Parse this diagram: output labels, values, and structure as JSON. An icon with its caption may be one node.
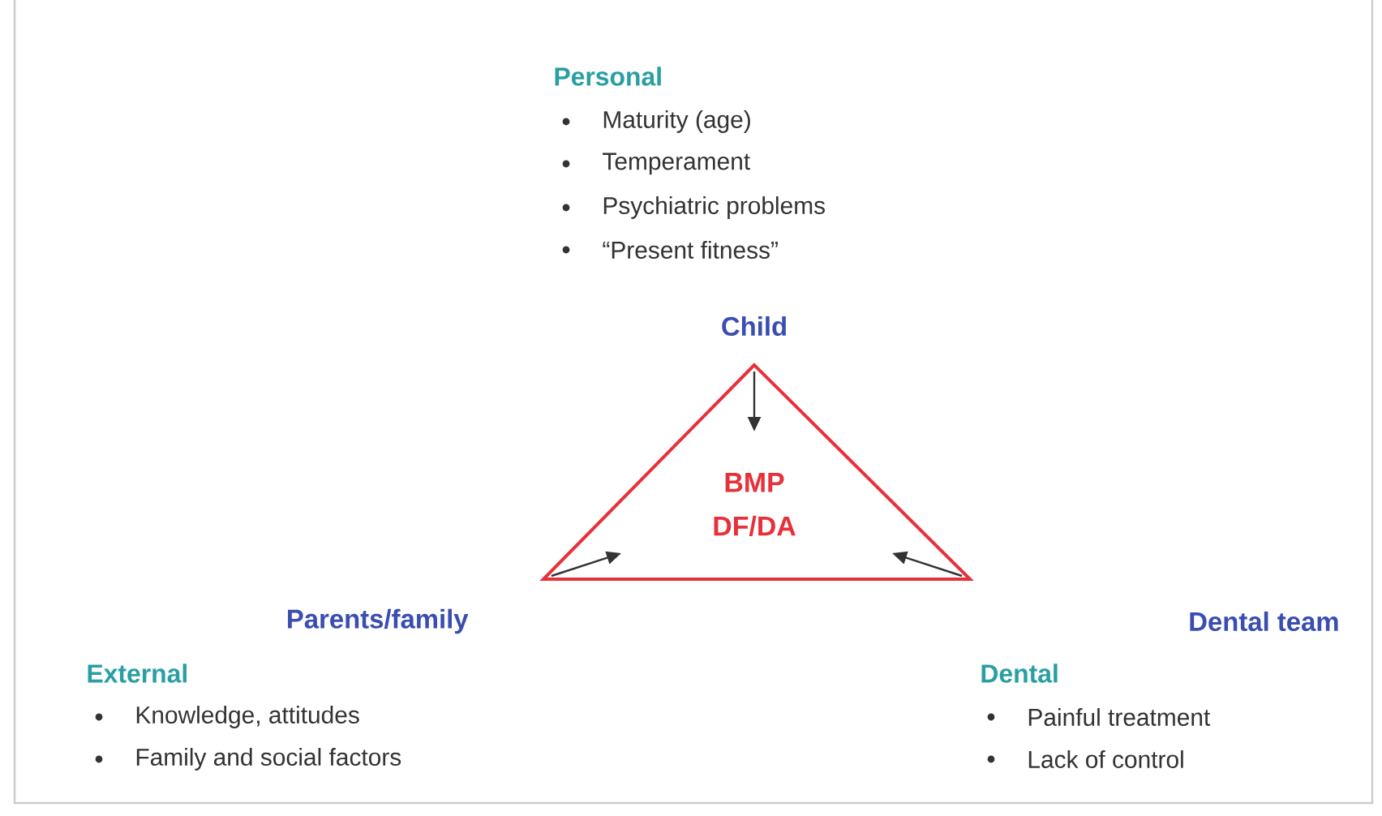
{
  "diagram": {
    "nodes": [
      {
        "text": [
          "BMP DF/DA"
        ]
      }
    ],
    "labels": [
      "Personal",
      "Maturity (age)",
      "Temperament",
      "Psychiatric problems",
      "“Present fitness”",
      "Child",
      "Parents/family",
      "Dental team",
      "External",
      "Knowledge, attitudes",
      "Family and social factors",
      "Dental",
      "Painful treatment",
      "Lack of control"
    ]
  }
}
